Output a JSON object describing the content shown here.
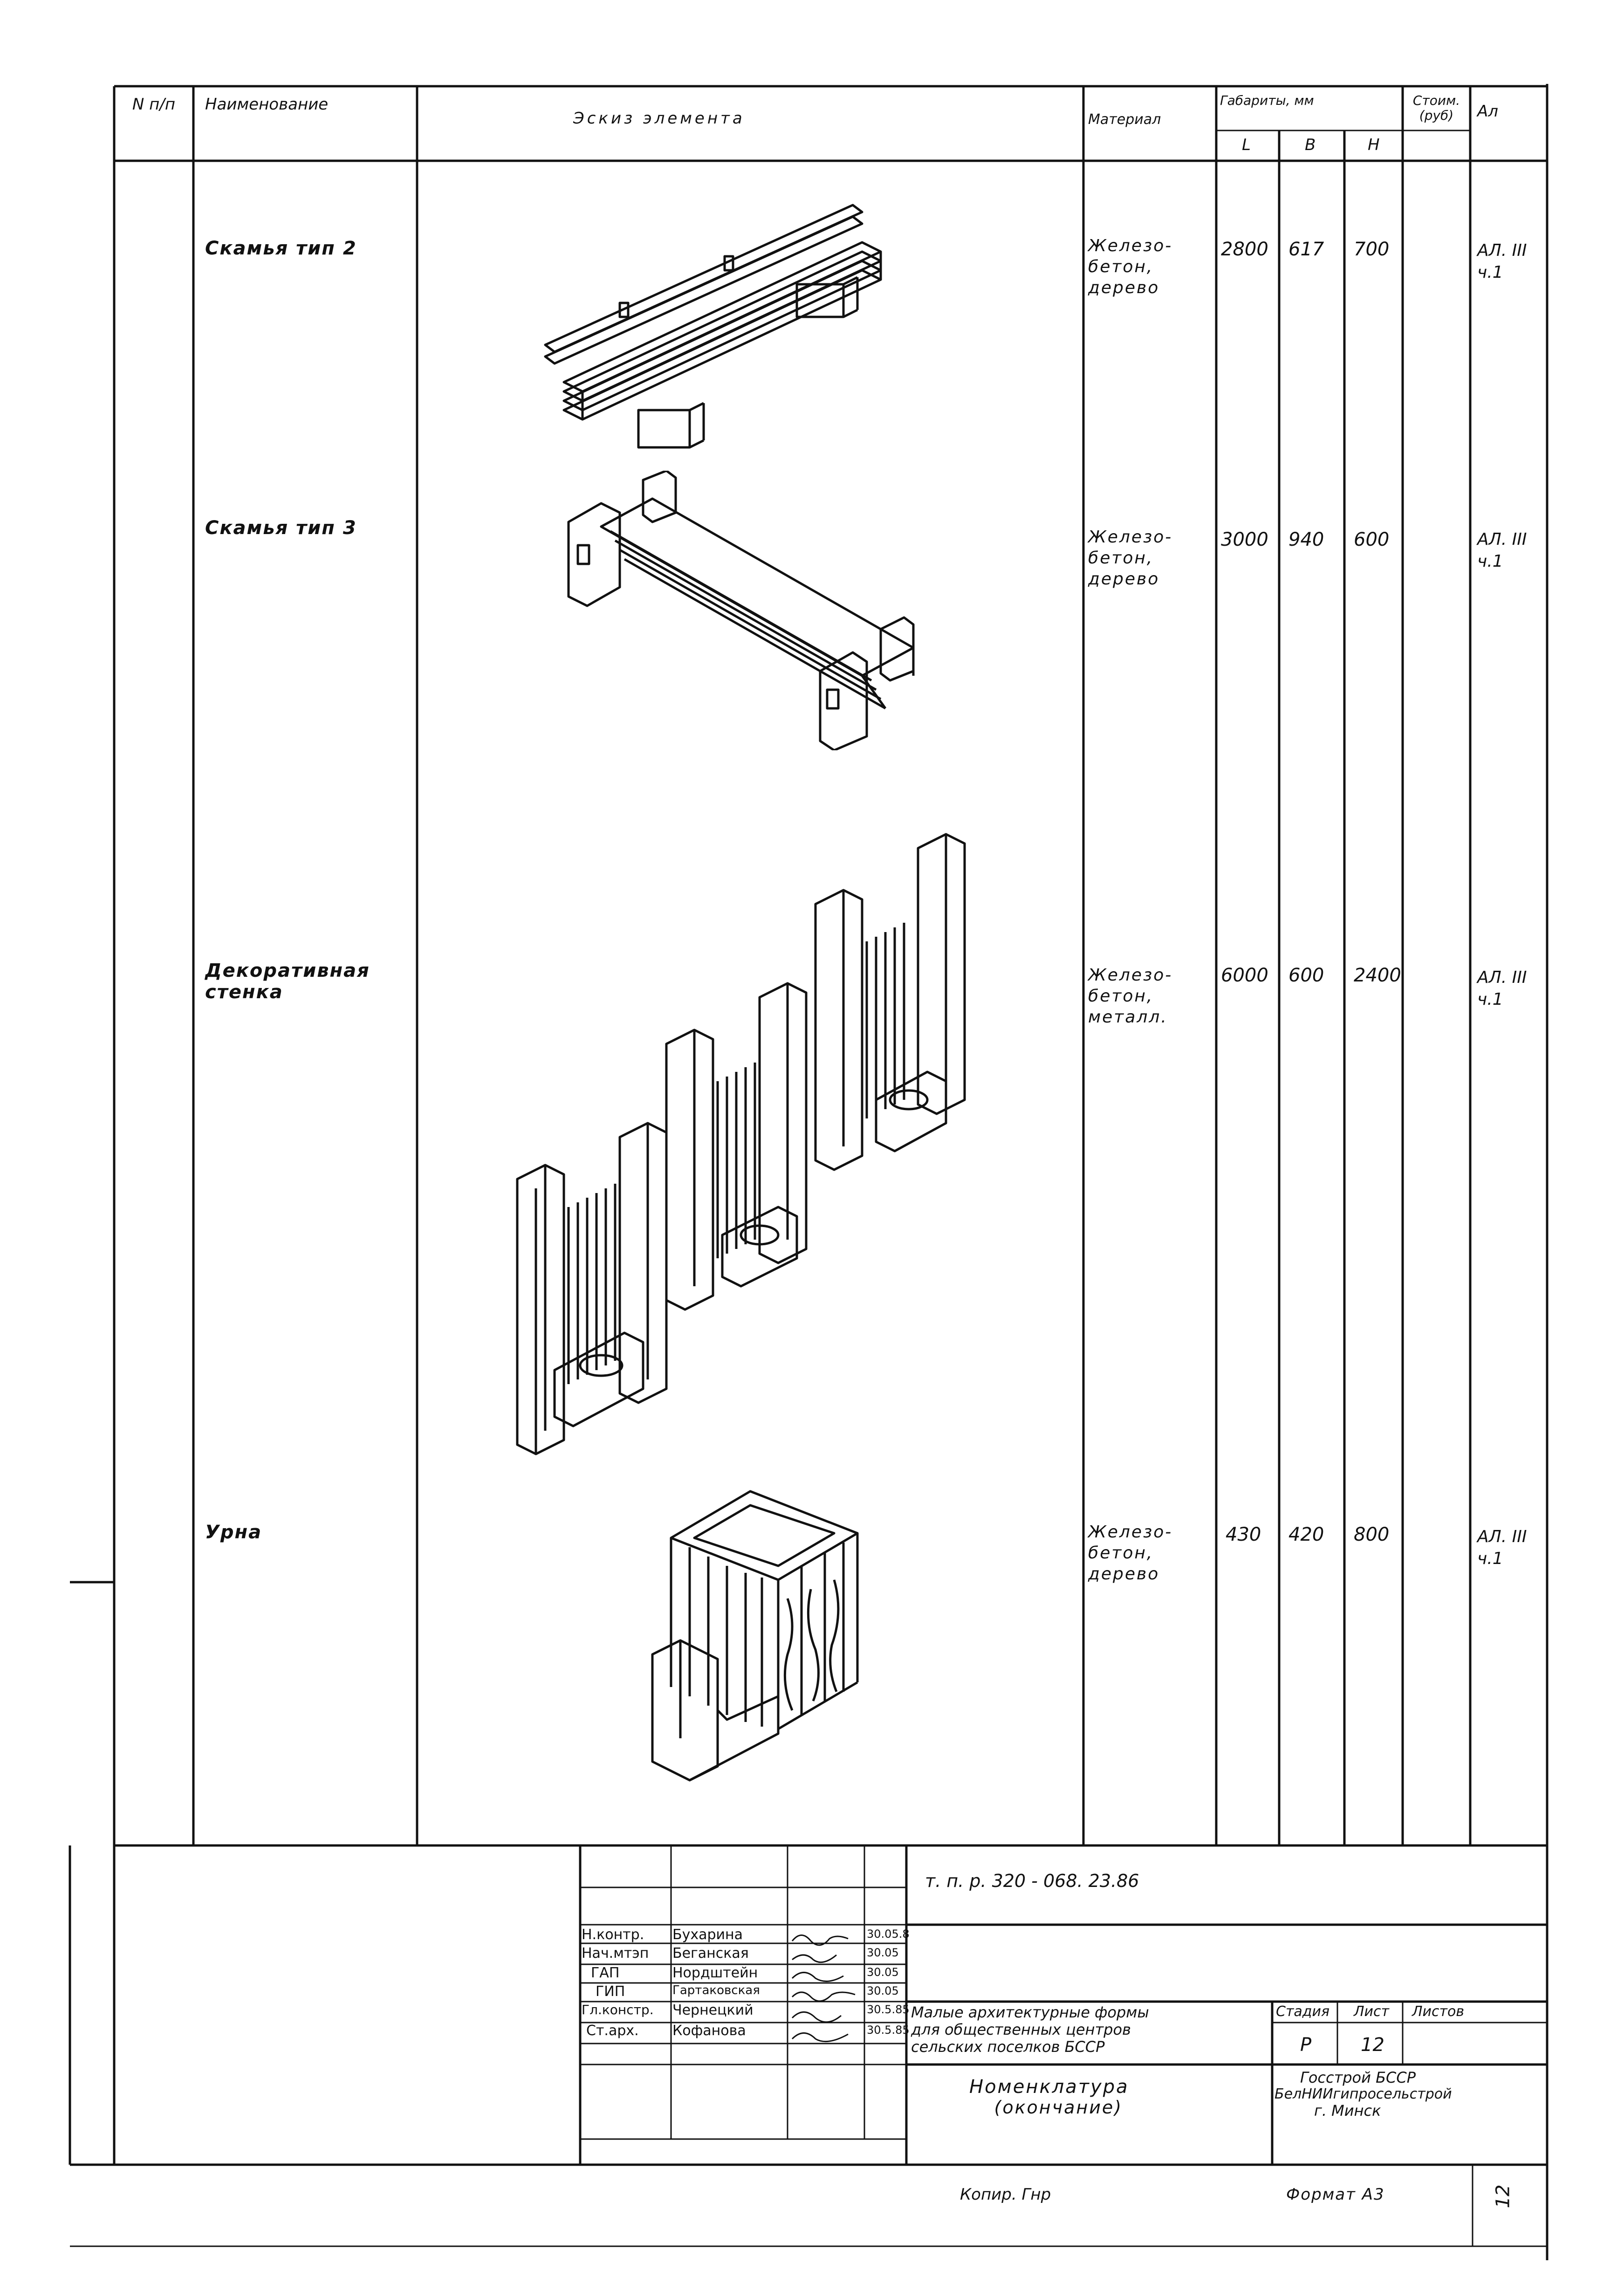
{
  "header": {
    "num": "N п/п",
    "name": "Наименование",
    "sketch": "Эскиз элемента",
    "material": "Материал",
    "dims": "Габариты, мм",
    "dim_l": "L",
    "dim_b": "B",
    "dim_h": "H",
    "cost": "Стоим. (руб)",
    "sheet": "Ал"
  },
  "rows": [
    {
      "name": "Скамья тип 2",
      "material": [
        "Железо-",
        "бетон,",
        "дерево"
      ],
      "l": "2800",
      "b": "617",
      "h": "700",
      "sheet": [
        "АЛ. III",
        "ч.1"
      ]
    },
    {
      "name": "Скамья тип 3",
      "material": [
        "Железо-",
        "бетон,",
        "дерево"
      ],
      "l": "3000",
      "b": "940",
      "h": "600",
      "sheet": [
        "АЛ. III",
        "ч.1"
      ]
    },
    {
      "name": [
        "Декоративная",
        "стенка"
      ],
      "material": [
        "Железо-",
        "бетон,",
        "металл."
      ],
      "l": "6000",
      "b": "600",
      "h": "2400",
      "sheet": [
        "АЛ. III",
        "ч.1"
      ]
    },
    {
      "name": "Урна",
      "material": [
        "Железо-",
        "бетон,",
        "дерево"
      ],
      "l": "430",
      "b": "420",
      "h": "800",
      "sheet": [
        "АЛ. III",
        "ч.1"
      ]
    }
  ],
  "title_block": {
    "code": "т. п. р. 320 - 068. 23.86",
    "signers": [
      {
        "role": "Н.контр.",
        "name": "Бухарина",
        "date": "30.05.8"
      },
      {
        "role": "Нач.мтэп",
        "name": "Беганская",
        "date": "30.05"
      },
      {
        "role": "ГАП",
        "name": "Нордштейн",
        "date": "30.05"
      },
      {
        "role": "ГИП",
        "name": "Гартаковская",
        "date": "30.05"
      },
      {
        "role": "Гл.констр.",
        "name": "Чернецкий",
        "date": "30.5.85"
      },
      {
        "role": "Ст.арх.",
        "name": "Кофанова",
        "date": "30.5.85"
      }
    ],
    "project": [
      "Малые архитектурные формы",
      "для общественных центров",
      "сельских поселков БССР"
    ],
    "stage_label": "Стадия",
    "list_label": "Лист",
    "lists_label": "Листов",
    "stage": "Р",
    "list": "12",
    "doc_title": [
      "Номенклатура",
      "(окончание)"
    ],
    "org": [
      "Госстрой БССР",
      "БелНИИгипросельстрой",
      "г. Минск"
    ]
  },
  "footer": {
    "copy": "Копир. Гнр",
    "format": "Формат А3",
    "page_mark": "12"
  }
}
